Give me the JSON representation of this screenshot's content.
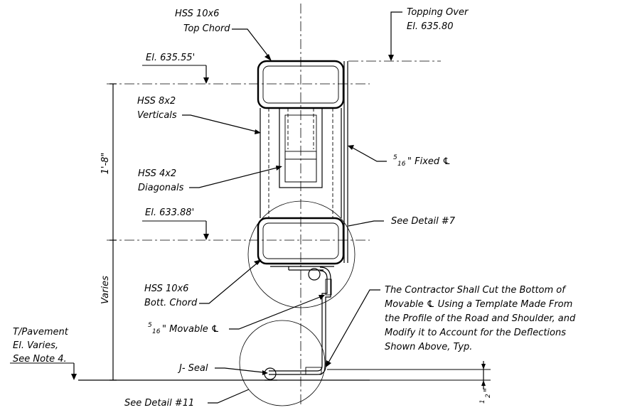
{
  "labels": {
    "top_chord_1": "HSS 10x6",
    "top_chord_2": "Top Chord",
    "topping_1": "Topping Over",
    "topping_2": "El. 635.80",
    "el_top": "El. 635.55'",
    "verticals_1": "HSS 8x2",
    "verticals_2": "Verticals",
    "dim_height": "1'-8\"",
    "fixed_plate": "\" Fixed ℄",
    "fixed_plate_frac_num": "5",
    "fixed_plate_frac_den": "16",
    "diagonals_1": "HSS 4x2",
    "diagonals_2": "Diagonals",
    "el_bottom": "El. 633.88'",
    "see_detail_7": "See Detail #7",
    "varies": "Varies",
    "bott_chord_1": "HSS 10x6",
    "bott_chord_2": "Bott. Chord",
    "movable_plate": "\" Movable ℄",
    "movable_frac_num": "5",
    "movable_frac_den": "16",
    "note_1": "The Contractor Shall Cut the Bottom of",
    "note_2": "Movable ℄  Using a Template Made From",
    "note_3": "the Profile of the Road and Shoulder, and",
    "note_4": "Modify it to Account for the Deflections",
    "note_5": "Shown Above, Typ.",
    "pavement_1": "T/Pavement",
    "pavement_2": "El. Varies,",
    "pavement_3": "See Note 4.",
    "j_seal": "J- Seal",
    "see_detail_11": "See Detail #11",
    "dim_half_num": "1",
    "dim_half_den": "2",
    "dim_half_unit": "\""
  }
}
